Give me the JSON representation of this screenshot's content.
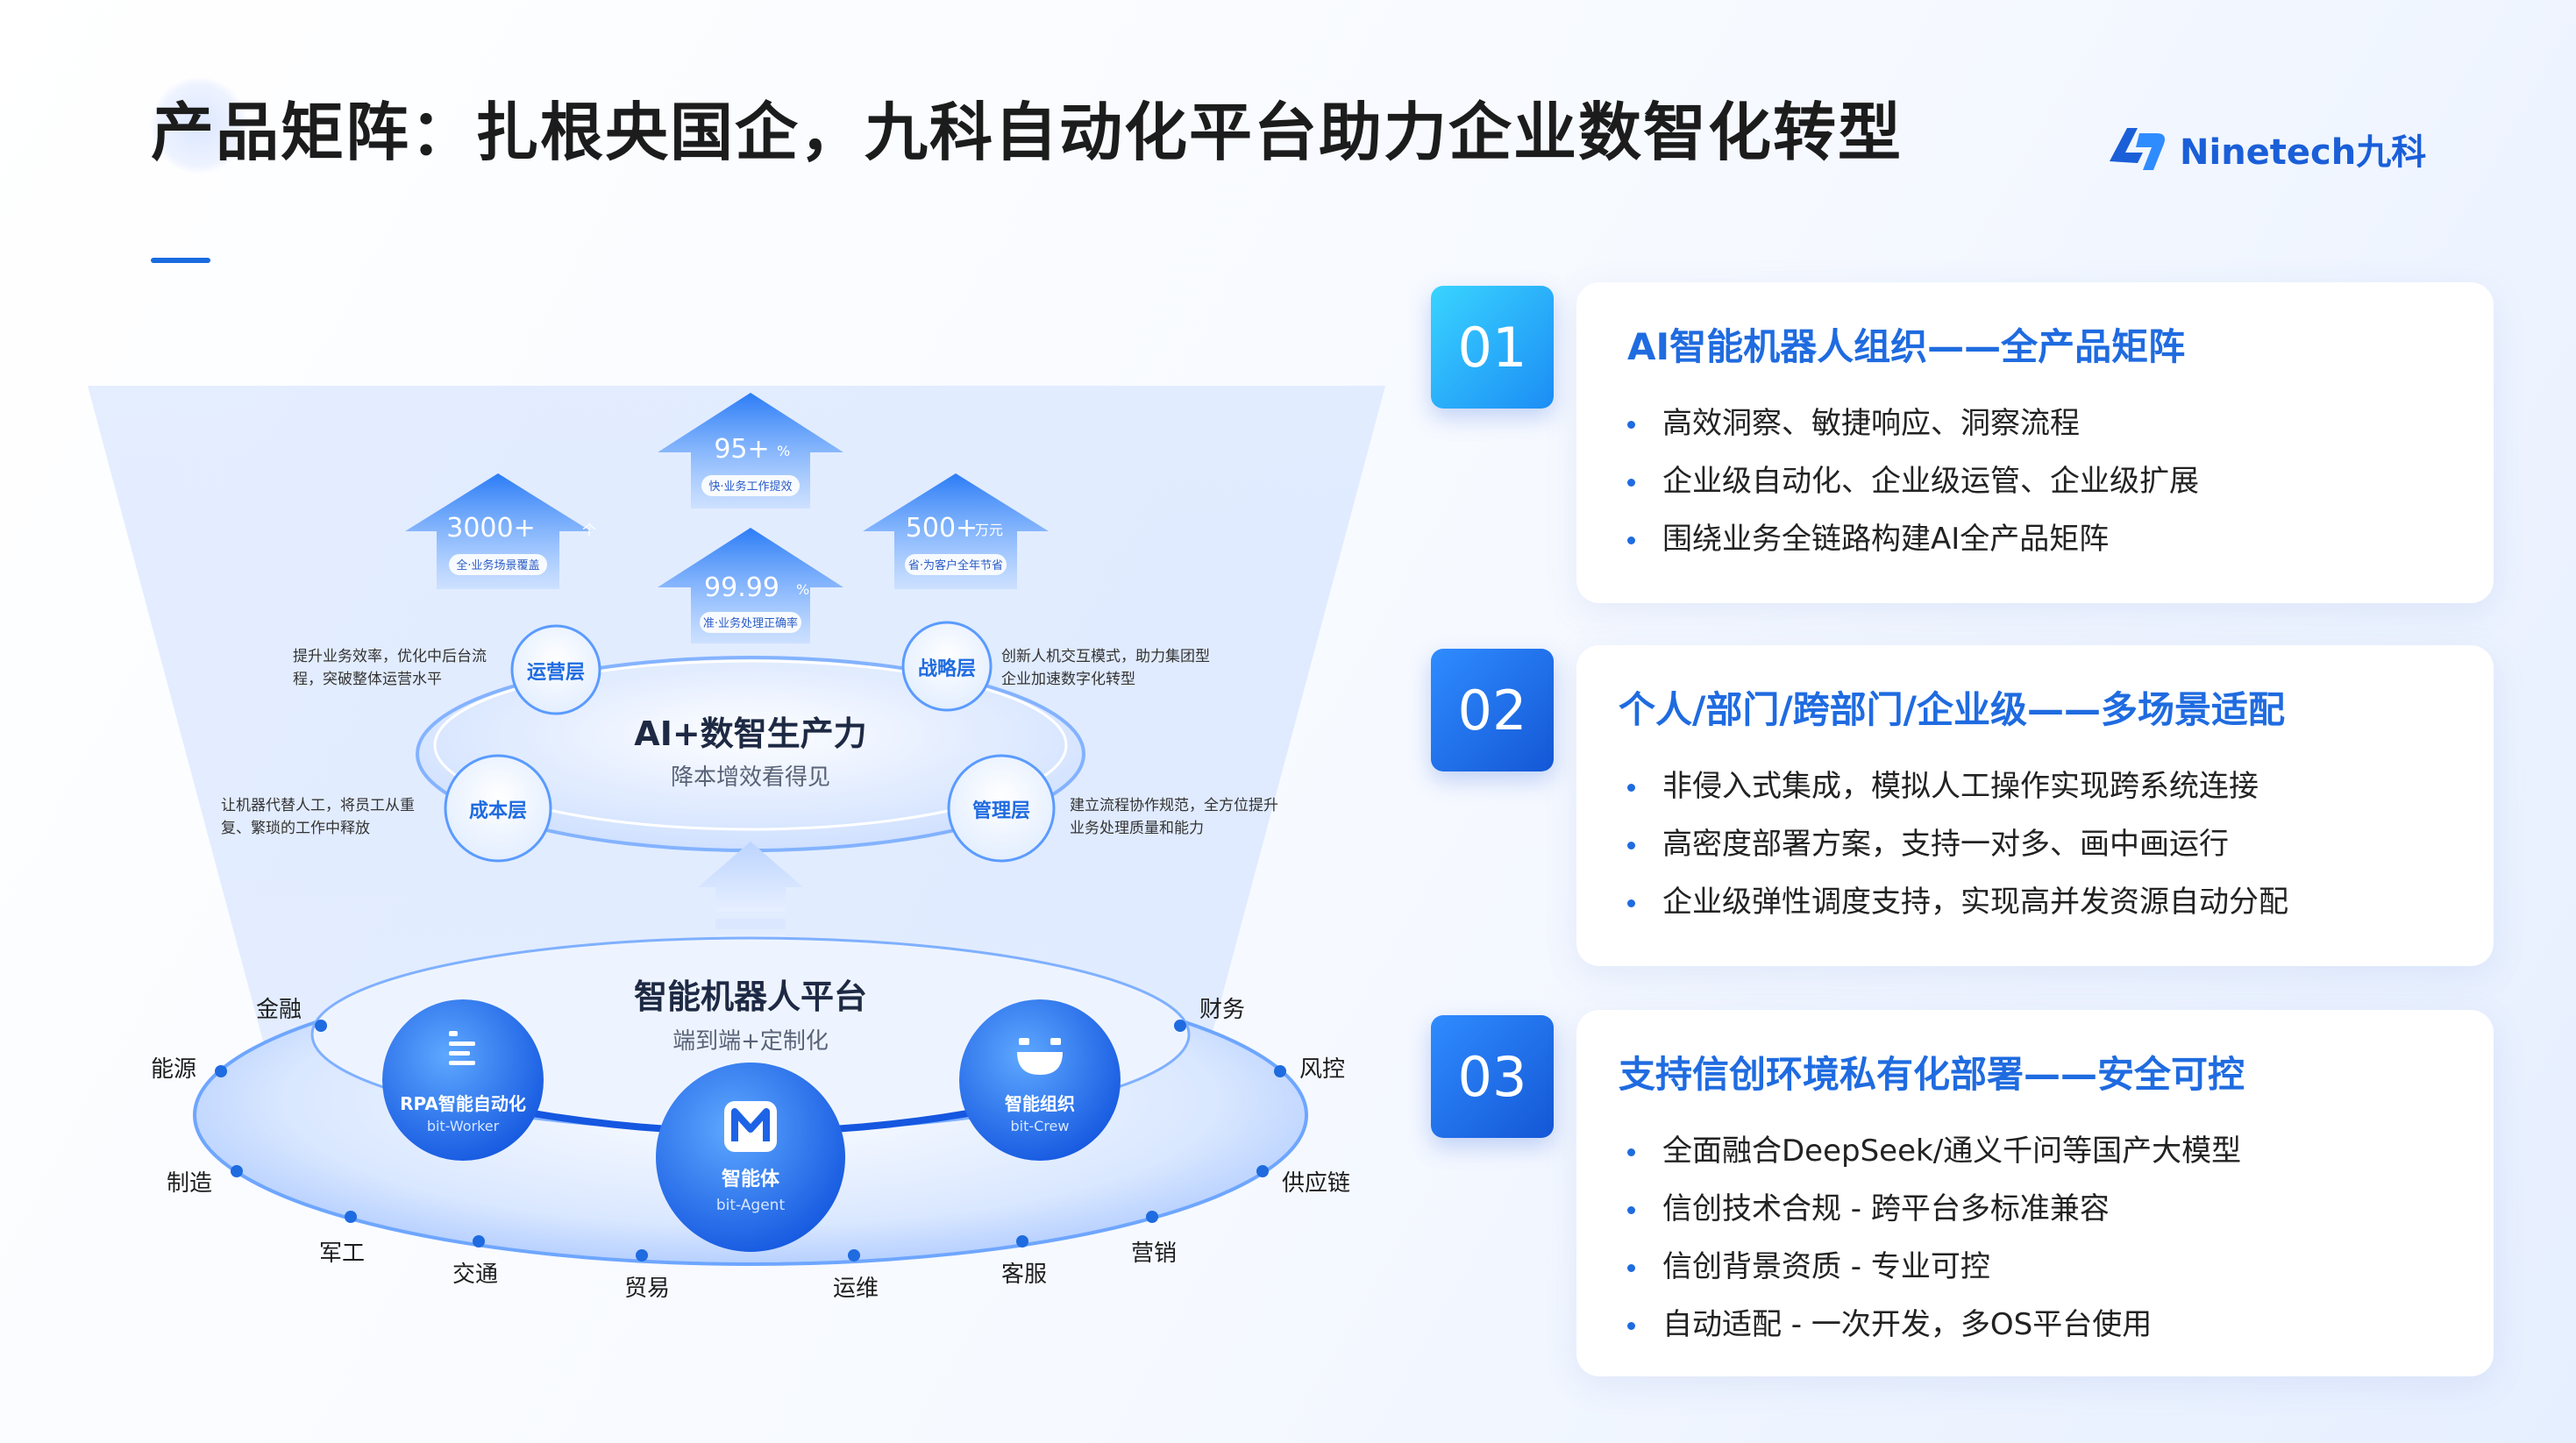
{
  "title": "产品矩阵：扎根央国企，九科自动化平台助力企业数智化转型",
  "logo": {
    "text": "Ninetech九科",
    "icon": "ninetech-logo-icon"
  },
  "diagram": {
    "metrics": [
      {
        "value": "95+",
        "unit": "%",
        "tag": "快·业务工作提效"
      },
      {
        "value": "3000+",
        "unit": "个",
        "tag": "全·业务场景覆盖"
      },
      {
        "value": "99.99",
        "unit": "%",
        "tag": "准·业务处理正确率"
      },
      {
        "value": "500+",
        "unit": "万元",
        "tag": "省·为客户全年节省"
      }
    ],
    "productivity": {
      "title": "AI+数智生产力",
      "subtitle": "降本增效看得见"
    },
    "layers": [
      {
        "label": "运营层",
        "desc": "提升业务效率，优化中后台流程，突破整体运营水平"
      },
      {
        "label": "战略层",
        "desc": "创新人机交互模式，助力集团型企业加速数字化转型"
      },
      {
        "label": "成本层",
        "desc": "让机器代替人工，将员工从重复、繁琐的工作中释放"
      },
      {
        "label": "管理层",
        "desc": "建立流程协作规范，全方位提升业务处理质量和能力"
      }
    ],
    "platform": {
      "title": "智能机器人平台",
      "subtitle": "端到端+定制化"
    },
    "products": [
      {
        "name": "RPA智能自动化",
        "sub": "bit-Worker",
        "icon": "document-lines-icon"
      },
      {
        "name": "智能体",
        "sub": "bit-Agent",
        "icon": "m-logo-icon"
      },
      {
        "name": "智能组织",
        "sub": "bit-Crew",
        "icon": "robot-face-icon"
      }
    ],
    "industries": [
      "金融",
      "能源",
      "制造",
      "军工",
      "交通",
      "贸易",
      "运维",
      "客服",
      "营销",
      "供应链",
      "风控",
      "财务"
    ]
  },
  "cards": [
    {
      "num": "01",
      "title": "AI智能机器人组织——全产品矩阵",
      "items": [
        "高效洞察、敏捷响应、洞察流程",
        "企业级自动化、企业级运管、企业级扩展",
        "围绕业务全链路构建AI全产品矩阵"
      ]
    },
    {
      "num": "02",
      "title": "个人/部门/跨部门/企业级——多场景适配",
      "items": [
        "非侵入式集成，模拟人工操作实现跨系统连接",
        "高密度部署方案，支持一对多、画中画运行",
        "企业级弹性调度支持，实现高并发资源自动分配"
      ]
    },
    {
      "num": "03",
      "title": "支持信创环境私有化部署——安全可控",
      "items": [
        "全面融合DeepSeek/通义千问等国产大模型",
        "信创技术合规 - 跨平台多标准兼容",
        "信创背景资质 - 专业可控",
        "自动适配 - 一次开发，多OS平台使用"
      ]
    }
  ],
  "colors": {
    "accent": "#1f6be0",
    "title": "#1c1c1c",
    "cyan": "#39d4ff"
  }
}
